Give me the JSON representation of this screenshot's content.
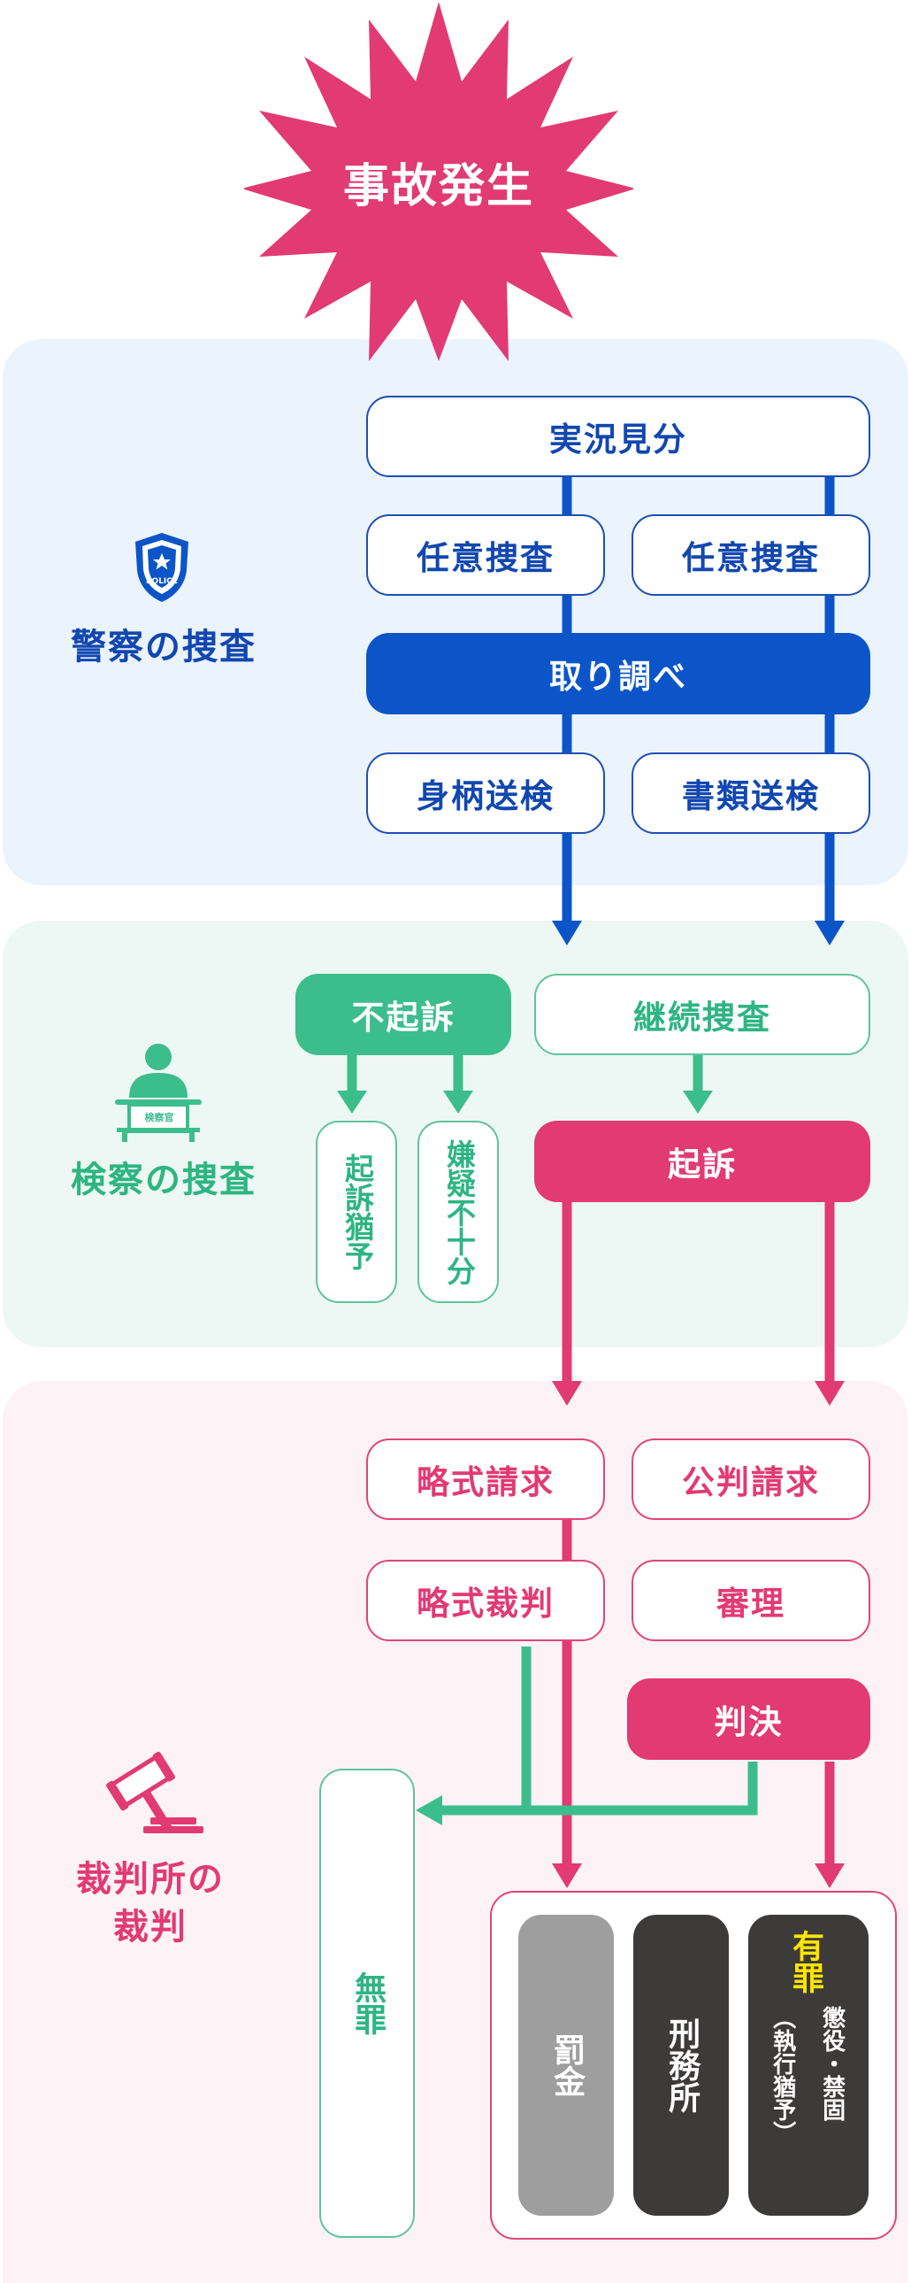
{
  "start": {
    "label": "事故発生"
  },
  "police": {
    "label": "警察の捜査",
    "badge_text": "POLICE",
    "steps": {
      "jikkyo": "実況見分",
      "nin_left": "任意捜査",
      "nin_right": "任意捜査",
      "torishirabe": "取り調べ",
      "shingara": "身柄送検",
      "shorui": "書類送検"
    }
  },
  "prosecution": {
    "label": "検察の捜査",
    "desk_text": "検察官",
    "fukiso": "不起訴",
    "keizoku": "継続捜査",
    "kiso_yuyo": "起訴猶予",
    "kengi_fujubun": "嫌疑不十分",
    "kiso": "起訴"
  },
  "court": {
    "label_line1": "裁判所の",
    "label_line2": "裁判",
    "ryakushiki_seikyu": "略式請求",
    "kohan_seikyu": "公判請求",
    "ryakushiki_saiban": "略式裁判",
    "shinri": "審理",
    "hanketsu": "判決",
    "muzai": "無罪",
    "bakkin": "罰金",
    "keimusho": "刑務所",
    "yuzai": "有罪",
    "yuzai_detail1": "懲役・禁固",
    "yuzai_detail2": "（執行猶予）"
  },
  "colors": {
    "police_blue": "#0b55c8",
    "prosecution_green": "#3cbd8d",
    "court_pink": "#e23a73",
    "yuzai_yellow": "#ffe500",
    "dark_box": "#3d3a3a",
    "gray_box": "#9e9e9e"
  }
}
